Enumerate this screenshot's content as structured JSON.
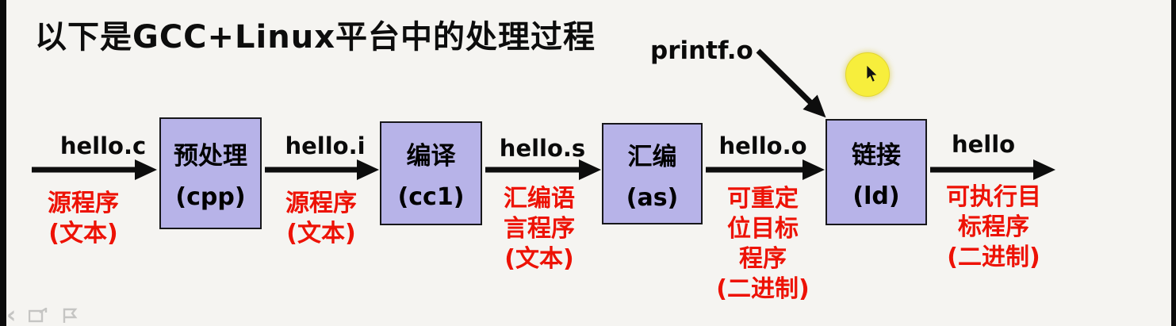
{
  "page": {
    "title": "以下是GCC+Linux平台中的处理过程"
  },
  "printf": {
    "label": "printf.o"
  },
  "flow": {
    "stages": [
      {
        "name": "预处理",
        "tool": "(cpp)"
      },
      {
        "name": "编译",
        "tool": "(cc1)"
      },
      {
        "name": "汇编",
        "tool": "(as)"
      },
      {
        "name": "链接",
        "tool": "(ld)"
      }
    ],
    "arrows": [
      {
        "file": "hello.c",
        "desc": [
          "源程序",
          "(文本)"
        ]
      },
      {
        "file": "hello.i",
        "desc": [
          "源程序",
          "(文本)"
        ]
      },
      {
        "file": "hello.s",
        "desc": [
          "汇编语",
          "言程序",
          "(文本)"
        ]
      },
      {
        "file": "hello.o",
        "desc": [
          "可重定",
          "位目标",
          "程序",
          "(二进制)"
        ]
      },
      {
        "file": "hello",
        "desc": [
          "可执行目",
          "标程序",
          "(二进制)"
        ]
      }
    ]
  },
  "colors": {
    "background": "#f5f4f1",
    "box_fill": "#b7b3e8",
    "box_border": "#17171a",
    "red_text": "#ed1205",
    "arrow_black": "#0d0d0d",
    "cursor_highlight": "#f7ee3c",
    "edge_black": "#0b0b0b"
  }
}
